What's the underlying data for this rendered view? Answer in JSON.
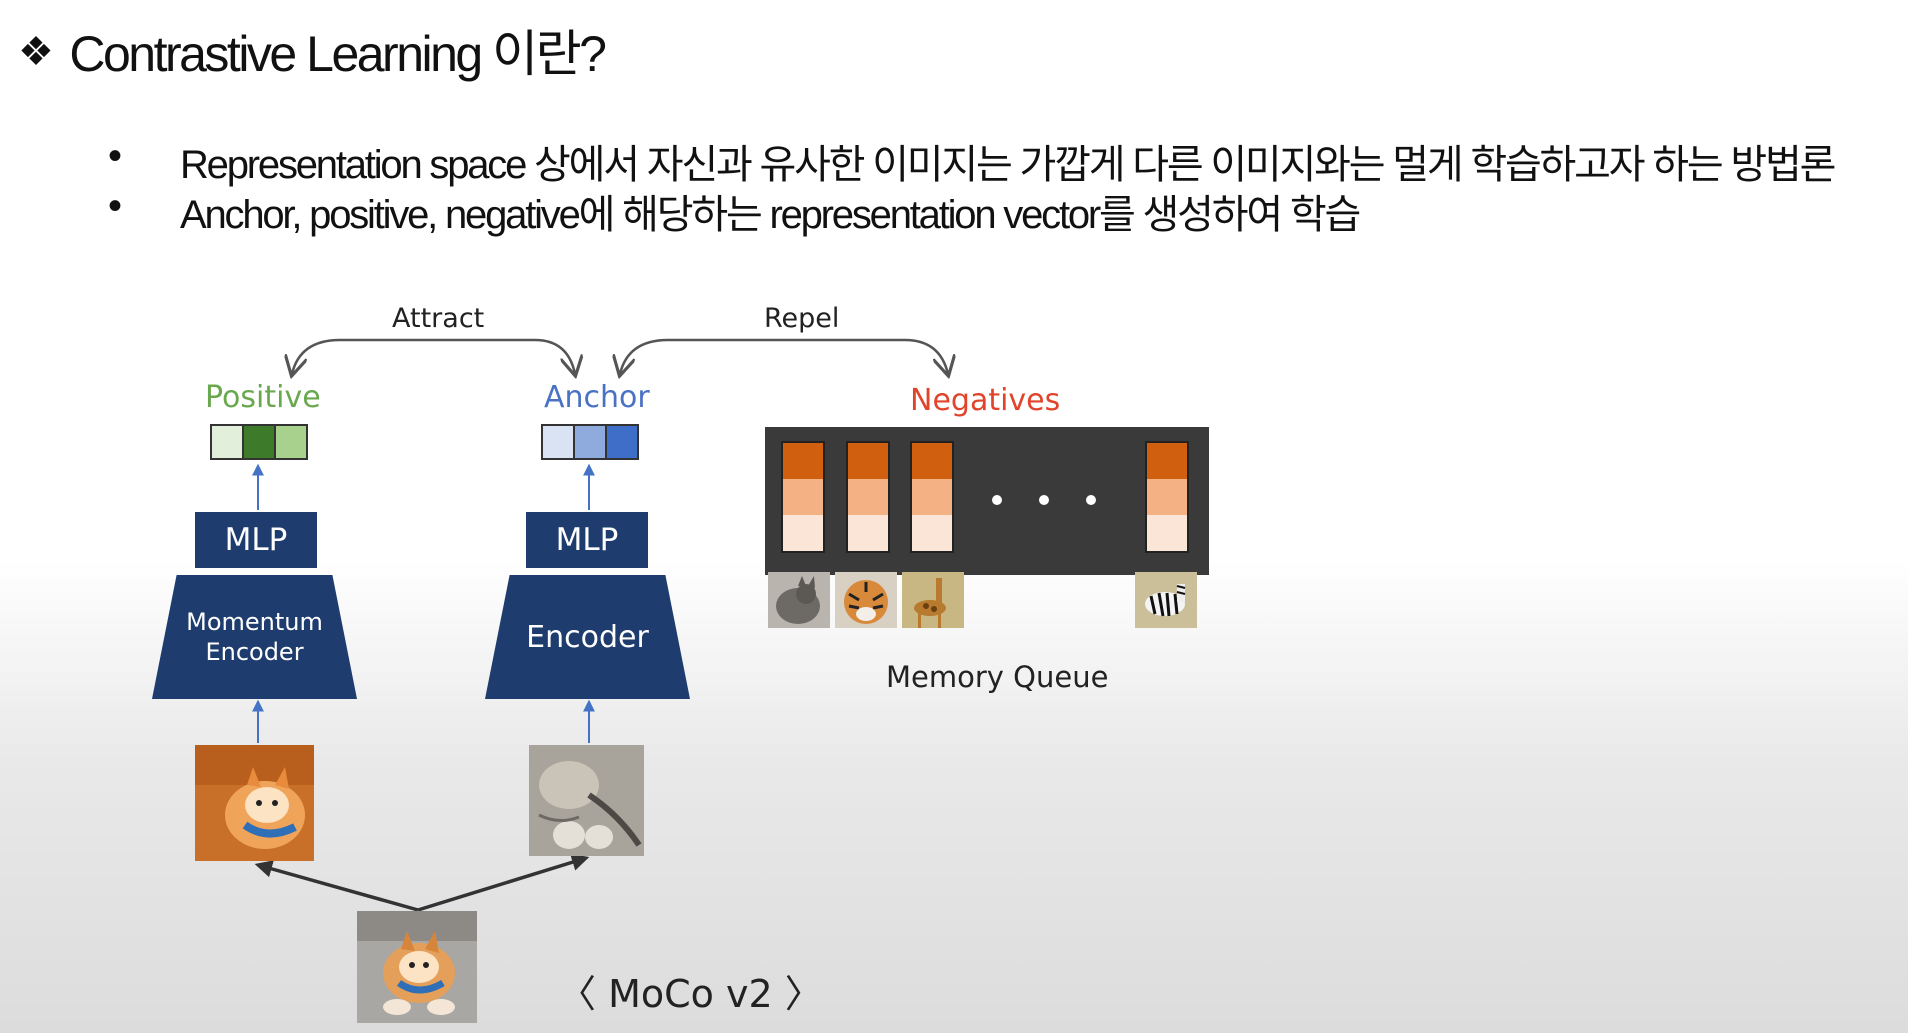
{
  "title": {
    "icon": "diamond-bullet-icon",
    "glyph": "❖",
    "text": "Contrastive Learning 이란?"
  },
  "bullets": [
    "Representation space 상에서 자신과 유사한 이미지는 가깝게 다른 이미지와는 멀게 학습하고자 하는 방법론",
    "Anchor, positive, negative에 해당하는 representation vector를 생성하여 학습"
  ],
  "bullet_glyph": "•",
  "diagram": {
    "attract_label": "Attract",
    "repel_label": "Repel",
    "positive_label": "Positive",
    "anchor_label": "Anchor",
    "negatives_label": "Negatives",
    "mlp_label": "MLP",
    "momentum_encoder_line1": "Momentum",
    "momentum_encoder_line2": "Encoder",
    "encoder_label": "Encoder",
    "memory_queue_label": "Memory Queue",
    "caption": "〈 MoCo v2 〉",
    "colors": {
      "positive_text": "#6aa84f",
      "anchor_text": "#4a72c4",
      "negatives_text": "#e0442a",
      "block_blue": "#1e3c6e",
      "arrow_blue": "#4472c4",
      "queue_bg": "#3a3a3a",
      "positive_cells": [
        "#e2efda",
        "#3d7a2a",
        "#a9d18e"
      ],
      "anchor_cells": [
        "#dae3f3",
        "#8faadc",
        "#3e6ec8"
      ],
      "negative_cells": [
        "#d05f10",
        "#f4b183",
        "#fbe5d6"
      ]
    }
  }
}
